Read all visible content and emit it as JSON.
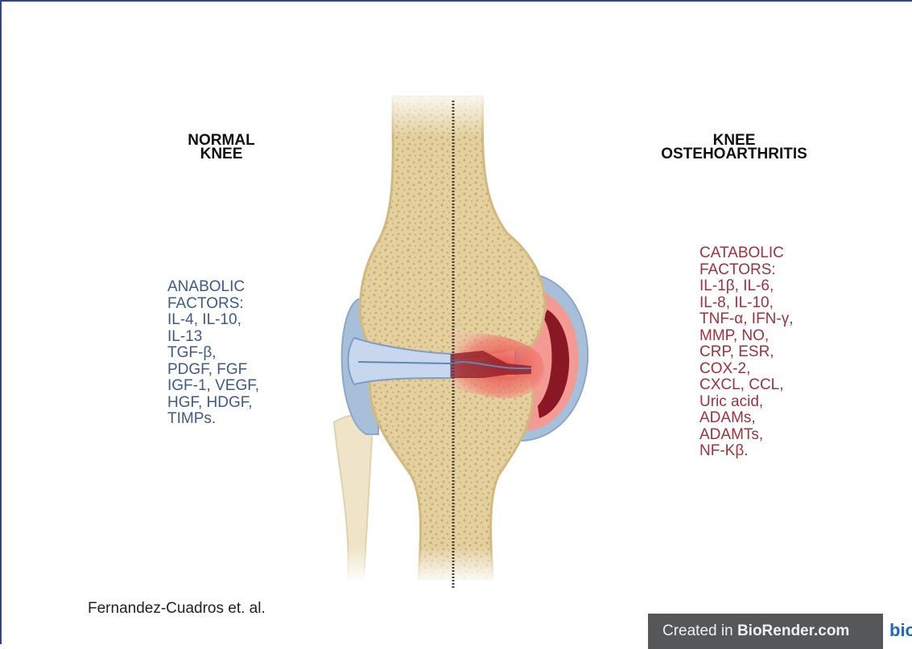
{
  "titles": {
    "normal": [
      "NORMAL",
      "KNEE"
    ],
    "oa": [
      "KNEE",
      "OSTEHOARTHRITIS"
    ]
  },
  "anabolic": [
    "ANABOLIC",
    "FACTORS:",
    "IL-4, IL-10,",
    "IL-13",
    "TGF-β,",
    "PDGF, FGF",
    "IGF-1, VEGF,",
    "HGF, HDGF,",
    "TIMPs."
  ],
  "catabolic": [
    "CATABOLIC",
    "FACTORS:",
    "IL-1β, IL-6,",
    "IL-8, IL-10,",
    "TNF-α, IFN-γ,",
    "MMP, NO,",
    "CRP, ESR,",
    "COX-2,",
    "CXCL, CCL,",
    "Uric acid,",
    "ADAMs,",
    "ADAMTs,",
    "NF-Kβ."
  ],
  "credit": "Fernandez-Cuadros et. al.",
  "badge": {
    "prefix": "Created in ",
    "brand": "BioRender.com",
    "logo": "bio"
  },
  "colors": {
    "anabolic_text": "#3d5a8c",
    "catabolic_text": "#a3303a",
    "bone": "#e4cf9e",
    "bone_outline": "#d2b97d",
    "bone_spots": "#c9ac70",
    "capsule": "#a8bfd9",
    "cartilage": "#c9d7ee",
    "inflammation": "#e8453c",
    "synovium_inflamed": "#8a1724",
    "dashed_divider": "#444444"
  }
}
